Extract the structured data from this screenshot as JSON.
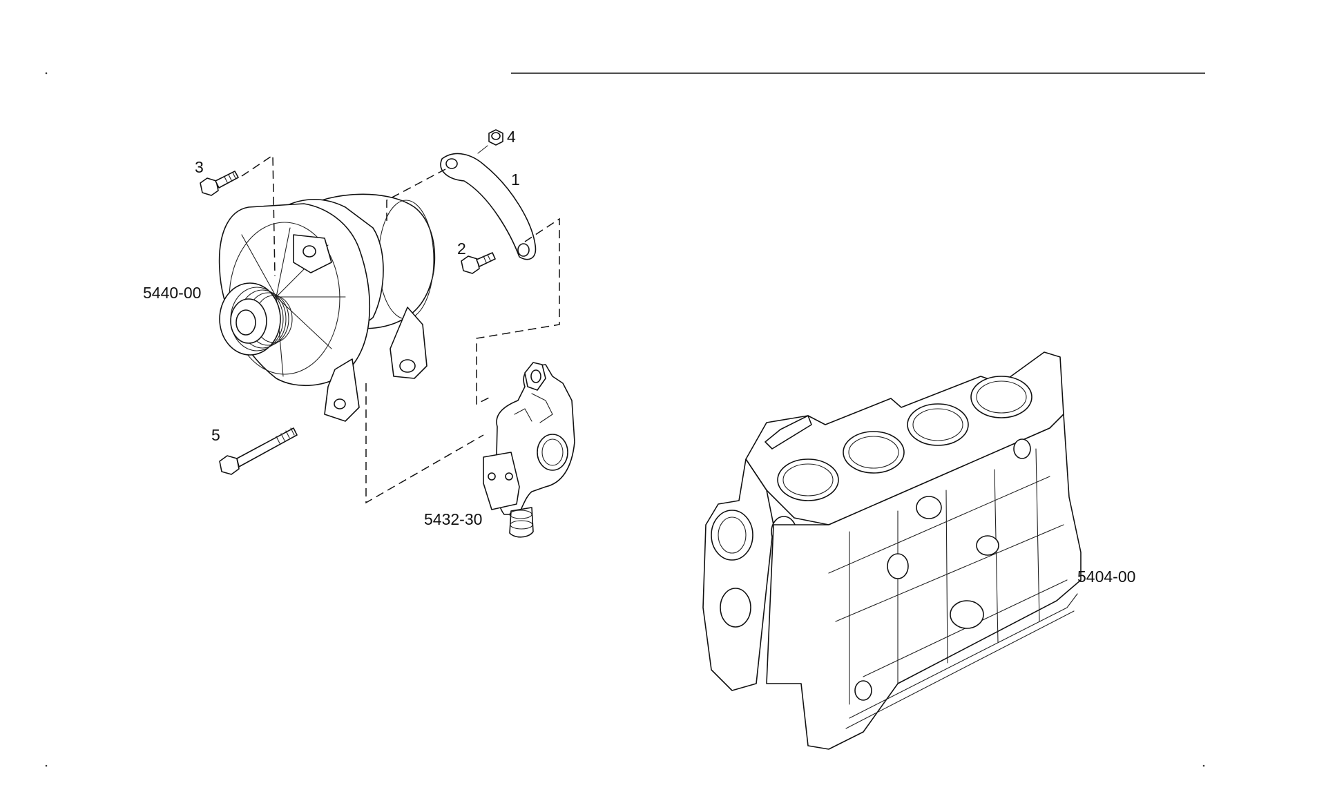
{
  "labels": {
    "part_1": "1",
    "part_2": "2",
    "part_3": "3",
    "part_4": "4",
    "part_5": "5",
    "alternator": "5440-00",
    "bracket": "5432-30",
    "engine_block": "5404-00"
  }
}
